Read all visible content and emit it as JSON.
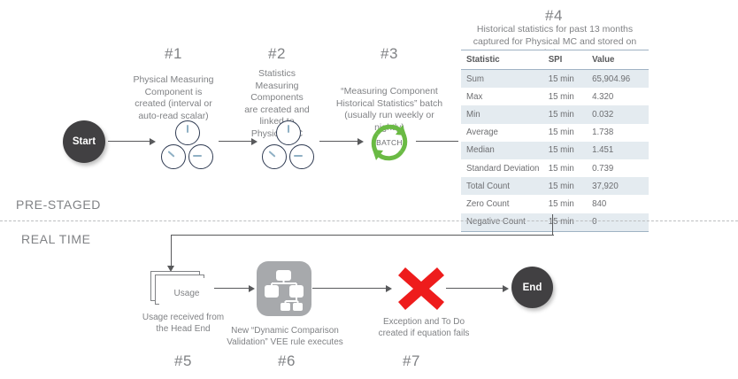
{
  "flow": {
    "start_label": "Start",
    "end_label": "End",
    "batch_label": "BATCH",
    "usage_label": "Usage"
  },
  "bands": {
    "prestaged": "PRE-STAGED",
    "realtime": "REAL TIME"
  },
  "steps": [
    {
      "number": "#1",
      "caption": "Physical Measuring Component is created (interval  or auto-read scalar)"
    },
    {
      "number": "#2",
      "caption": "Statistics Measuring Components are created and linked to Physical MC"
    },
    {
      "number": "#3",
      "caption": "“Measuring Component Historical Statistics” batch (usually run weekly or nightly)"
    },
    {
      "number": "#4",
      "caption": "Historical statistics for past 13 months captured for Physical MC and stored on Statistics MC"
    },
    {
      "number": "#5",
      "caption": "Usage received from the Head End"
    },
    {
      "number": "#6",
      "caption": "New “Dynamic Comparison Validation” VEE rule executes"
    },
    {
      "number": "#7",
      "caption": "Exception and To Do created if equation fails"
    }
  ],
  "table": {
    "columns": [
      "Statistic",
      "SPI",
      "Value"
    ],
    "rows": [
      [
        "Sum",
        "15 min",
        "65,904.96"
      ],
      [
        "Max",
        "15 min",
        "4.320"
      ],
      [
        "Min",
        "15 min",
        "0.032"
      ],
      [
        "Average",
        "15 min",
        "1.738"
      ],
      [
        "Median",
        "15 min",
        "1.451"
      ],
      [
        "Standard Deviation",
        "15 min",
        "0.739"
      ],
      [
        "Total Count",
        "15 min",
        "37,920"
      ],
      [
        "Zero Count",
        "15 min",
        "840"
      ],
      [
        "Negative Count",
        "15 min",
        "0"
      ]
    ]
  },
  "colors": {
    "node": "#414042",
    "batch_green": "#6aba44",
    "error_red": "#ee1c1c",
    "vee_gray": "#a7a9ac",
    "line": "#58595b",
    "table_stripe": "#e4ebf0",
    "table_rule": "#a0b3c4",
    "text": "#808285"
  }
}
